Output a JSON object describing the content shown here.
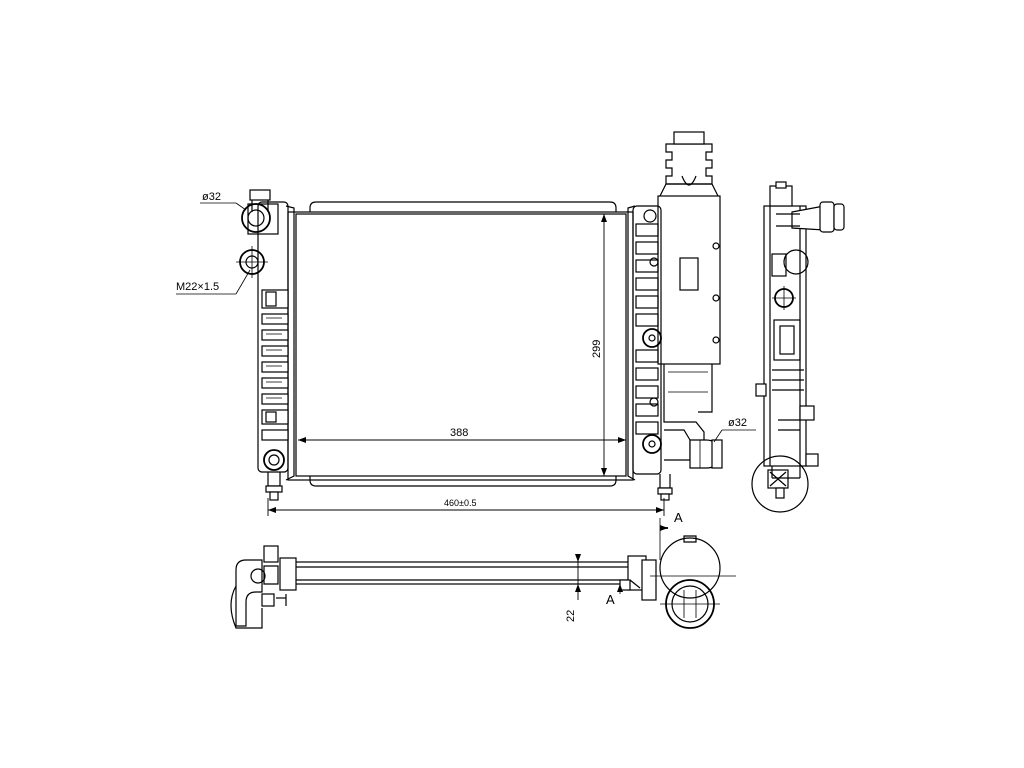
{
  "drawing": {
    "dimensions": {
      "core_width": "388",
      "core_height": "299",
      "overall_width": "460±0.5",
      "core_thickness": "22"
    },
    "callouts": {
      "inlet_diameter": "ø32",
      "outlet_diameter": "ø32",
      "drain_thread": "M22×1.5"
    },
    "section_marks": {
      "top": "A",
      "bottom": "A"
    }
  }
}
